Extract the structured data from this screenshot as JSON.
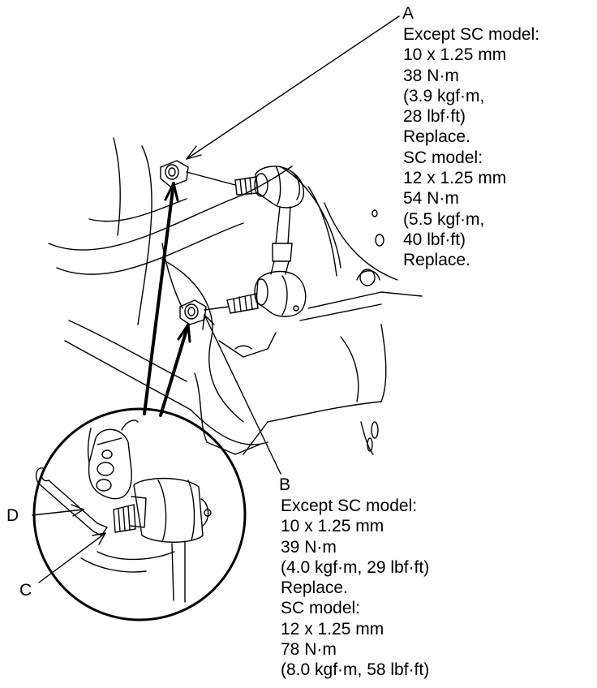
{
  "labels": {
    "A": "A",
    "B": "B",
    "C": "C",
    "D": "D"
  },
  "callout_a": {
    "lines": [
      "Except SC model:",
      "10 x 1.25 mm",
      "38 N·m",
      "(3.9 kgf·m,",
      "28 lbf·ft)",
      "Replace.",
      "SC model:",
      "12 x 1.25 mm",
      "54 N·m",
      "(5.5 kgf·m,",
      "40 lbf·ft)",
      "Replace."
    ]
  },
  "callout_b": {
    "lines": [
      "Except SC model:",
      "10 x 1.25 mm",
      "39 N·m",
      "(4.0 kgf·m, 29 lbf·ft)",
      "Replace.",
      "SC model:",
      "12 x 1.25 mm",
      "78 N·m",
      "(8.0 kgf·m, 58 lbf·ft)"
    ]
  },
  "colors": {
    "line": "#000000",
    "background": "#ffffff"
  }
}
